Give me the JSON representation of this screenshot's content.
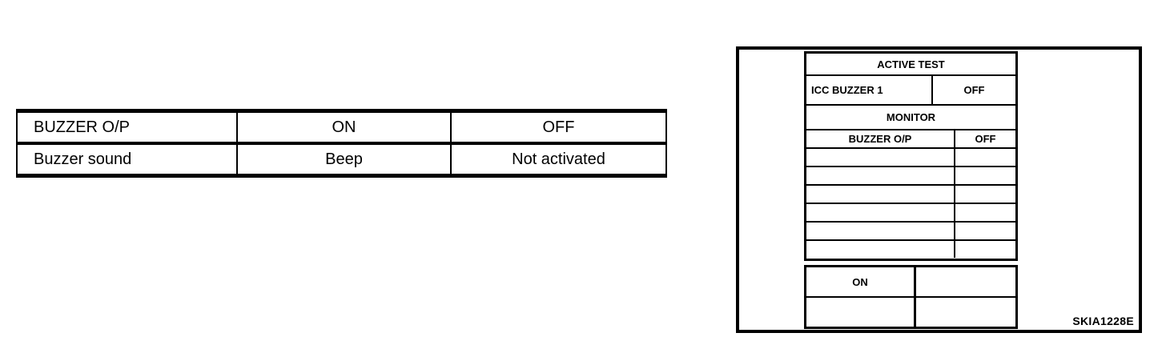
{
  "left_table": {
    "name": "buzzer-operation-table",
    "columns": [
      "BUZZER O/P",
      "ON",
      "OFF"
    ],
    "rows": [
      {
        "label": "BUZZER O/P",
        "values": [
          "ON",
          "OFF"
        ]
      },
      {
        "label": "Buzzer sound",
        "values": [
          "Beep",
          "Not activated"
        ]
      }
    ]
  },
  "figure": {
    "caption": "SKIA1228E",
    "scan_tool": {
      "active_test_header": "ACTIVE TEST",
      "test_item": {
        "name": "ICC BUZZER 1",
        "value": "OFF"
      },
      "monitor_header": "MONITOR",
      "monitor_row": {
        "name": "BUZZER O/P",
        "value": "OFF"
      },
      "blank_rows": [
        "",
        "",
        "",
        "",
        "",
        ""
      ],
      "buttons": [
        {
          "left": "ON",
          "right": ""
        },
        {
          "left": "",
          "right": ""
        }
      ]
    }
  }
}
